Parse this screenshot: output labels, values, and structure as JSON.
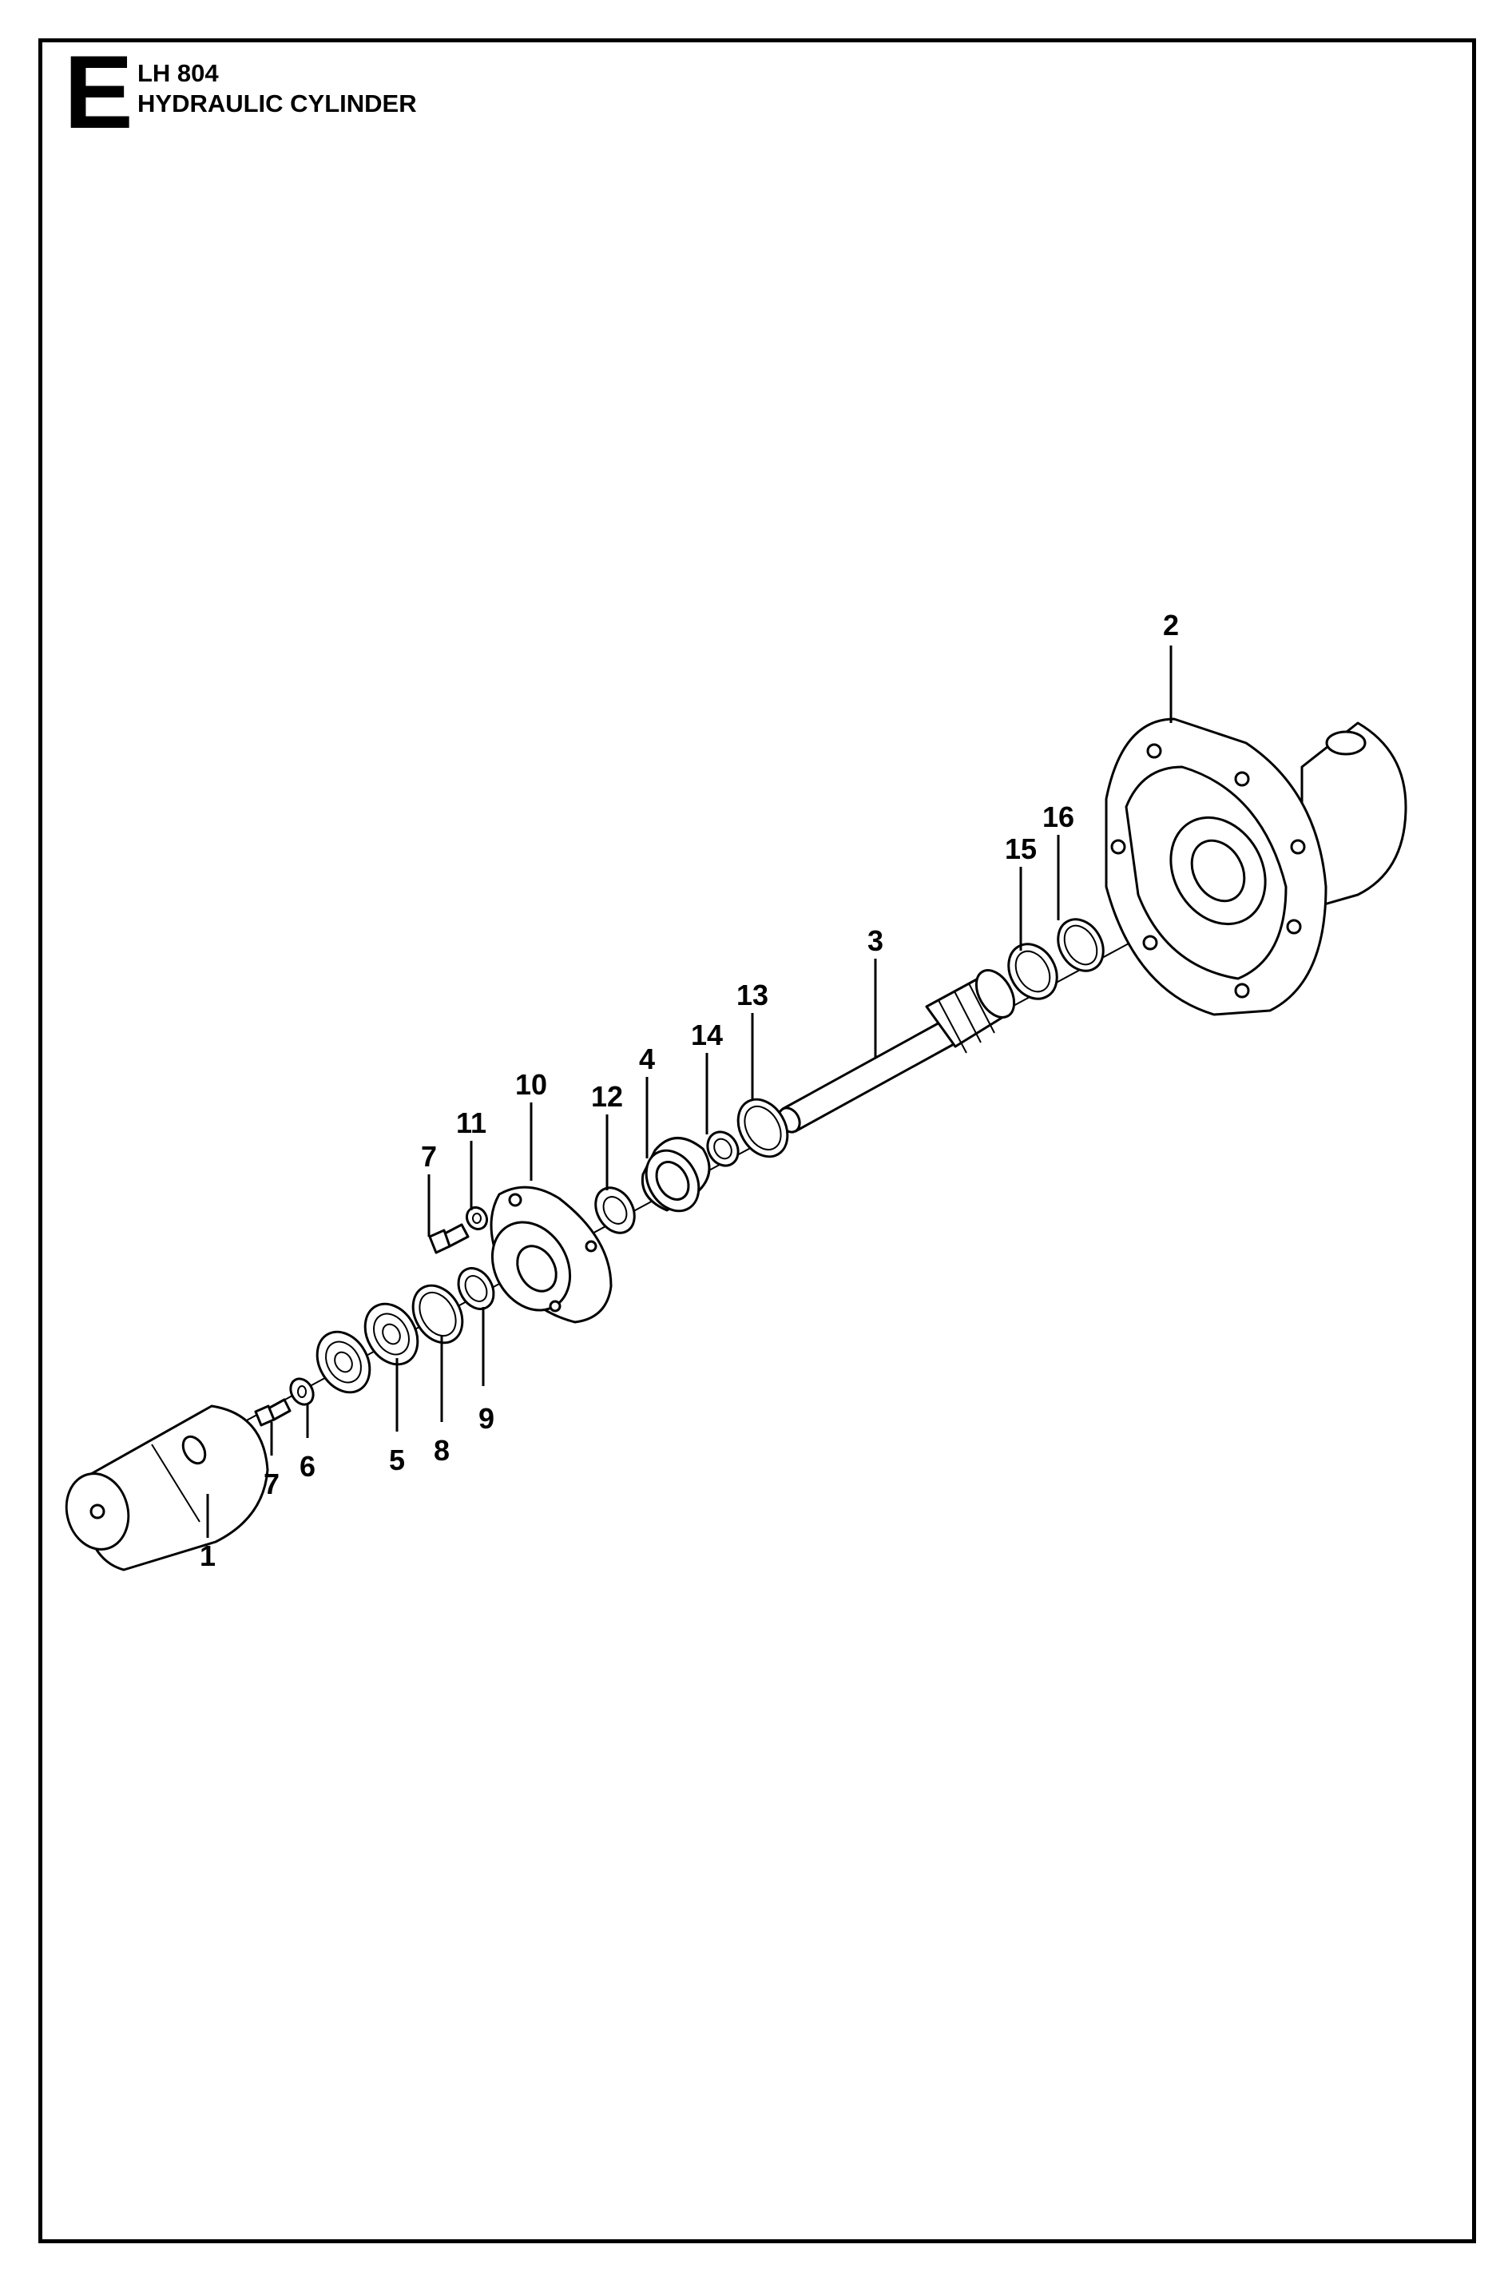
{
  "header": {
    "section_letter": "E",
    "model": "LH 804",
    "title": "HYDRAULIC CYLINDER"
  },
  "callouts": {
    "c1": "1",
    "c2": "2",
    "c3": "3",
    "c4": "4",
    "c5": "5",
    "c6": "6",
    "c7a": "7",
    "c7b": "7",
    "c8": "8",
    "c9": "9",
    "c10": "10",
    "c11": "11",
    "c12": "12",
    "c13": "13",
    "c14": "14",
    "c15": "15",
    "c16": "16"
  }
}
